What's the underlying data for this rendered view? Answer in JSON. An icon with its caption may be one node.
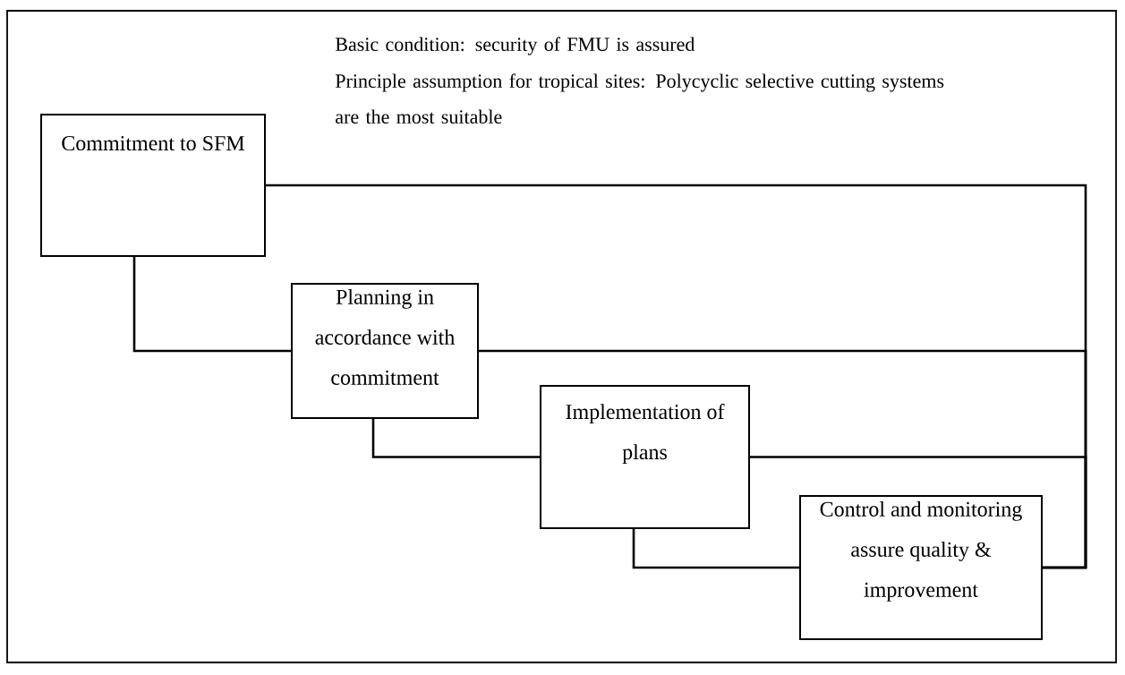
{
  "diagram": {
    "nodes": [
      {
        "text": [
          "Commitment to SFM"
        ]
      },
      {
        "text": [
          "Planning in accordance with commitment"
        ]
      },
      {
        "text": [
          "Implementation of plans"
        ]
      },
      {
        "text": [
          "Control and monitoring assure quality & improvement"
        ]
      }
    ],
    "edges": [
      {
        "from": 0,
        "to": 1,
        "arrow": "none"
      },
      {
        "from": 1,
        "to": 2,
        "arrow": "none"
      },
      {
        "from": 2,
        "to": 3,
        "arrow": "none"
      },
      {
        "from": 3,
        "to": 0,
        "arrow": "none"
      },
      {
        "from": 3,
        "to": 1,
        "arrow": "none"
      },
      {
        "from": 3,
        "to": 2,
        "arrow": "none"
      }
    ],
    "labels": [
      "Basic condition: security of FMU is assured",
      "Principle assumption for tropical sites: Polycyclic selective cutting systems are the most suitable"
    ]
  }
}
